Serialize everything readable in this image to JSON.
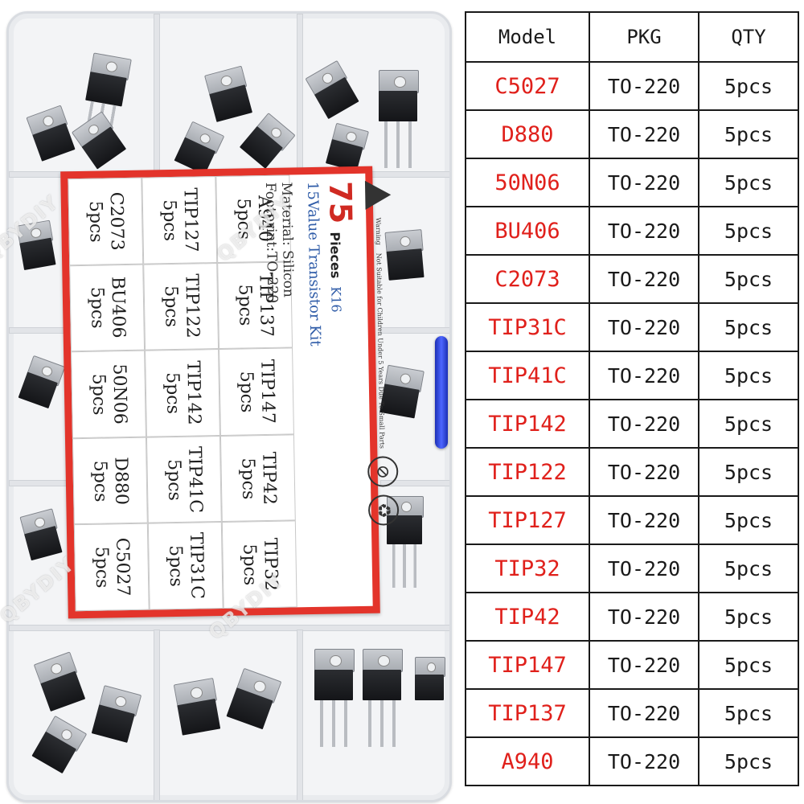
{
  "table": {
    "headers": [
      "Model",
      "PKG",
      "QTY"
    ],
    "rows": [
      {
        "model": "C5027",
        "pkg": "TO-220",
        "qty": "5pcs"
      },
      {
        "model": "D880",
        "pkg": "TO-220",
        "qty": "5pcs"
      },
      {
        "model": "50N06",
        "pkg": "TO-220",
        "qty": "5pcs"
      },
      {
        "model": "BU406",
        "pkg": "TO-220",
        "qty": "5pcs"
      },
      {
        "model": "C2073",
        "pkg": "TO-220",
        "qty": "5pcs"
      },
      {
        "model": "TIP31C",
        "pkg": "TO-220",
        "qty": "5pcs"
      },
      {
        "model": "TIP41C",
        "pkg": "TO-220",
        "qty": "5pcs"
      },
      {
        "model": "TIP142",
        "pkg": "TO-220",
        "qty": "5pcs"
      },
      {
        "model": "TIP122",
        "pkg": "TO-220",
        "qty": "5pcs"
      },
      {
        "model": "TIP127",
        "pkg": "TO-220",
        "qty": "5pcs"
      },
      {
        "model": "TIP32",
        "pkg": "TO-220",
        "qty": "5pcs"
      },
      {
        "model": "TIP42",
        "pkg": "TO-220",
        "qty": "5pcs"
      },
      {
        "model": "TIP147",
        "pkg": "TO-220",
        "qty": "5pcs"
      },
      {
        "model": "TIP137",
        "pkg": "TO-220",
        "qty": "5pcs"
      },
      {
        "model": "A940",
        "pkg": "TO-220",
        "qty": "5pcs"
      }
    ]
  },
  "card": {
    "grid": [
      [
        "C2073",
        "TIP127",
        "A940"
      ],
      [
        "BU406",
        "TIP122",
        "TIP137"
      ],
      [
        "50N06",
        "TIP142",
        "TIP147"
      ],
      [
        "D880",
        "TIP41C",
        "TIP42"
      ],
      [
        "C5027",
        "TIP31C",
        "TIP32"
      ]
    ],
    "cell_qty": "5pcs",
    "count": "75",
    "pieces": "Pieces",
    "code": "K16",
    "kit_name": "15Value Transistor Kit",
    "material": "Material: Silicon",
    "footprint": "Footprint:TO-220",
    "warning_label": "Warning",
    "warning_text": "Not Suitable for Children Under 5 Years Due To Small Parts"
  },
  "watermark": "QBYDIY",
  "colors": {
    "model_text": "#e0201b",
    "card_border": "#e3342b",
    "kit_blue": "#2f5ca8",
    "latch": "#2a44d8"
  },
  "icons": [
    "warning-triangle-icon",
    "no-children-icon",
    "recycle-icon"
  ]
}
